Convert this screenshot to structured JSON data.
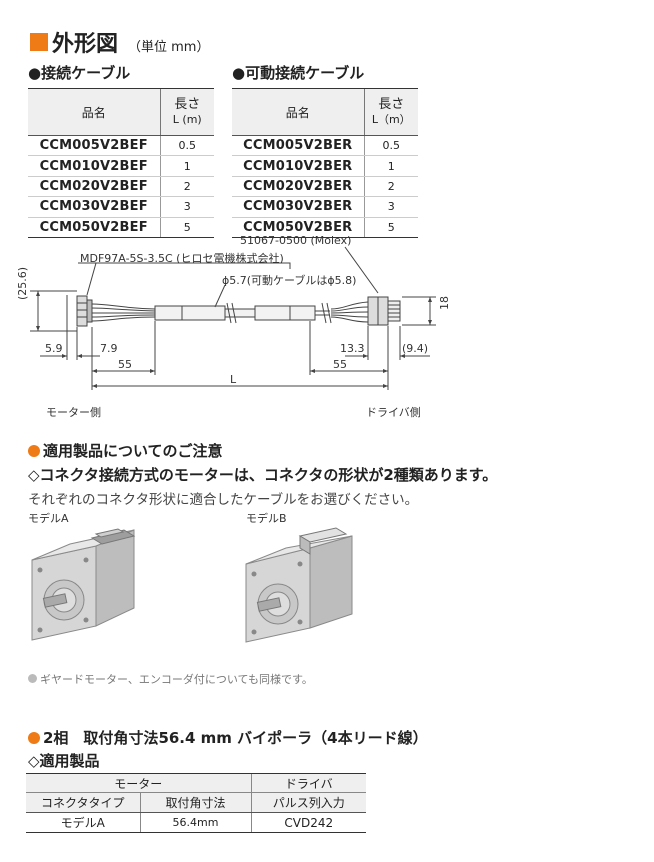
{
  "heading": {
    "title": "外形図",
    "unit": "（単位 mm）"
  },
  "connection_cable": {
    "subtitle": "●接続ケーブル",
    "header": {
      "name": "品名",
      "length_line1": "長さ",
      "length_line2": "L (m)"
    },
    "rows": [
      {
        "name": "CCM005V2BEF",
        "length": "0.5"
      },
      {
        "name": "CCM010V2BEF",
        "length": "1"
      },
      {
        "name": "CCM020V2BEF",
        "length": "2"
      },
      {
        "name": "CCM030V2BEF",
        "length": "3"
      },
      {
        "name": "CCM050V2BEF",
        "length": "5"
      }
    ]
  },
  "flex_cable": {
    "subtitle": "●可動接続ケーブル",
    "header": {
      "name": "品名",
      "length_line1": "長さ",
      "length_line2": "L（m）"
    },
    "rows": [
      {
        "name": "CCM005V2BER",
        "length": "0.5"
      },
      {
        "name": "CCM010V2BER",
        "length": "1"
      },
      {
        "name": "CCM020V2BER",
        "length": "2"
      },
      {
        "name": "CCM030V2BER",
        "length": "3"
      },
      {
        "name": "CCM050V2BER",
        "length": "5"
      }
    ]
  },
  "drawing": {
    "driver_connector": "51067-0500 (Molex)",
    "motor_connector": "MDF97A-5S-3.5C (ヒロセ電機株式会社)",
    "cable_diameter": "ϕ5.7(可動ケーブルはϕ5.8)",
    "dim_height_left": "(25.6)",
    "dim_height_right": "18",
    "dim_5_9": "5.9",
    "dim_7_9": "7.9",
    "dim_13_3": "13.3",
    "dim_9_4": "(9.4)",
    "dim_55_left": "55",
    "dim_55_right": "55",
    "dim_L": "L",
    "motor_side": "モーター側",
    "driver_side": "ドライバ側"
  },
  "notice": {
    "title": "適用製品についてのご注意",
    "line1": "◇コネクタ接続方式のモーターは、コネクタの形状が2種類あります。",
    "line2": "それぞれのコネクタ形状に適合したケーブルをお選びください。",
    "model_a": "モデルA",
    "model_b": "モデルB",
    "note": "ギヤードモーター、エンコーダ付についても同様です。"
  },
  "applicable": {
    "title": "2相　取付角寸法56.4 mm バイポーラ（4本リード線）",
    "subtitle": "◇適用製品",
    "header_motor": "モーター",
    "header_driver": "ドライバ",
    "col_connector": "コネクタタイプ",
    "col_size": "取付角寸法",
    "col_input": "パルス列入力",
    "row": {
      "connector": "モデルA",
      "size": "56.4mm",
      "driver": "CVD242"
    }
  },
  "colors": {
    "accent": "#ee7b16",
    "header_bg": "#efefef"
  }
}
